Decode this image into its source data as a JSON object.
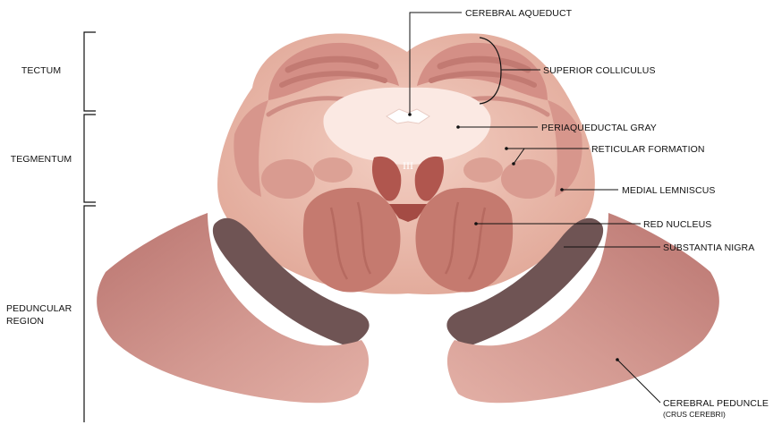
{
  "regions": {
    "tectum": "TECTUM",
    "tegmentum": "TEGMENTUM",
    "peduncular_line1": "PEDUNCULAR",
    "peduncular_line2": "REGION"
  },
  "labels": {
    "cerebral_aqueduct": "CEREBRAL AQUEDUCT",
    "superior_colliculus": "SUPERIOR COLLICULUS",
    "periaqueductal_gray": "PERIAQUEDUCTAL GRAY",
    "reticular_formation": "RETICULAR FORMATION",
    "medial_lemniscus": "MEDIAL LEMNISCUS",
    "red_nucleus": "RED NUCLEUS",
    "substantia_nigra": "SUBSTANTIA NIGRA",
    "cerebral_peduncle_line1": "CEREBRAL PEDUNCLE",
    "cerebral_peduncle_line2": "(CRUS CEREBRI)"
  },
  "nerve_marker": "III",
  "colors": {
    "outer_tissue": "#d19890",
    "tegmentum_tissue": "#e9b7a9",
    "periaqueductal_gray": "#fbe9e3",
    "red_nucleus": "#c57a6f",
    "substantia_nigra": "#6f5454",
    "peduncle": "#c88780"
  }
}
